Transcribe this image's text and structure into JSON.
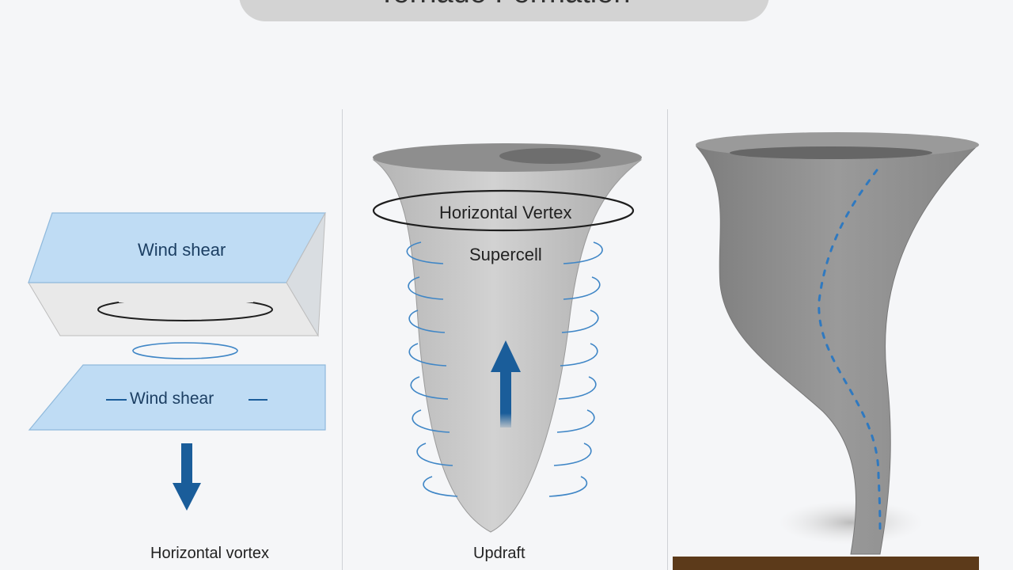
{
  "title": "Tornado Formation",
  "panels": {
    "left": {
      "top_plate_label": "Wind shear",
      "bottom_plate_label": "Wind shear",
      "caption": "Horizontal vortex"
    },
    "middle": {
      "ring_label": "Horizontal Vertex",
      "inner_label": "Supercell",
      "caption": "Updraft"
    },
    "right": {}
  },
  "colors": {
    "background": "#f5f6f8",
    "plate_blue": "#bcdcf5",
    "arrow_blue": "#1a5d9a",
    "funnel_gray": "#8c8c8c",
    "ground_brown": "#5c3a1a"
  },
  "icons": {
    "downdraft_arrow": "arrow-down-icon",
    "updraft_arrow": "arrow-up-icon"
  }
}
